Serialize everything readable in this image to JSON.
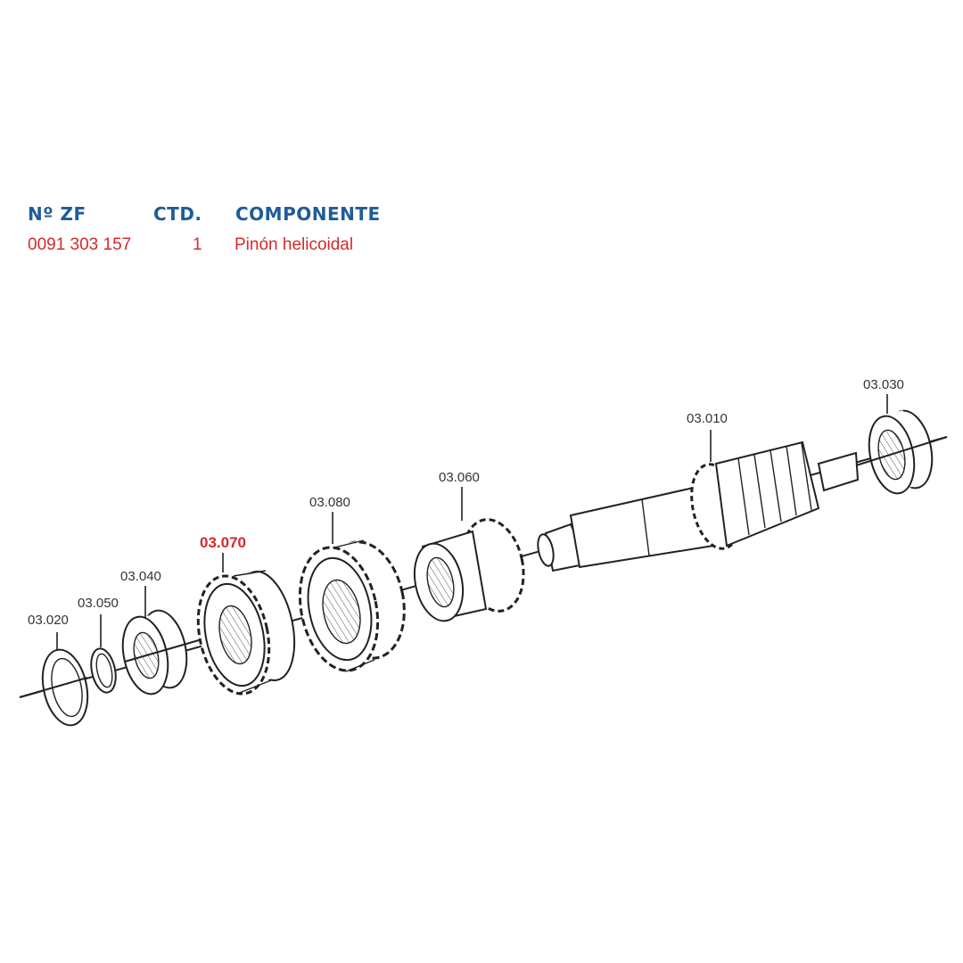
{
  "table": {
    "headers": {
      "zf": "Nº ZF",
      "ctd": "CTD.",
      "componente": "COMPONENTE"
    },
    "row": {
      "zf": "0091 303 157",
      "ctd": "1",
      "componente": "Pinón helicoidal"
    }
  },
  "parts": [
    {
      "id": "03.020",
      "highlight": false
    },
    {
      "id": "03.050",
      "highlight": false
    },
    {
      "id": "03.040",
      "highlight": false
    },
    {
      "id": "03.070",
      "highlight": true
    },
    {
      "id": "03.080",
      "highlight": false
    },
    {
      "id": "03.060",
      "highlight": false
    },
    {
      "id": "03.010",
      "highlight": false
    },
    {
      "id": "03.030",
      "highlight": false
    }
  ],
  "colors": {
    "header": "#1f5c99",
    "value": "#d42a2a",
    "highlight": "#d42a2a",
    "line": "#222222"
  }
}
